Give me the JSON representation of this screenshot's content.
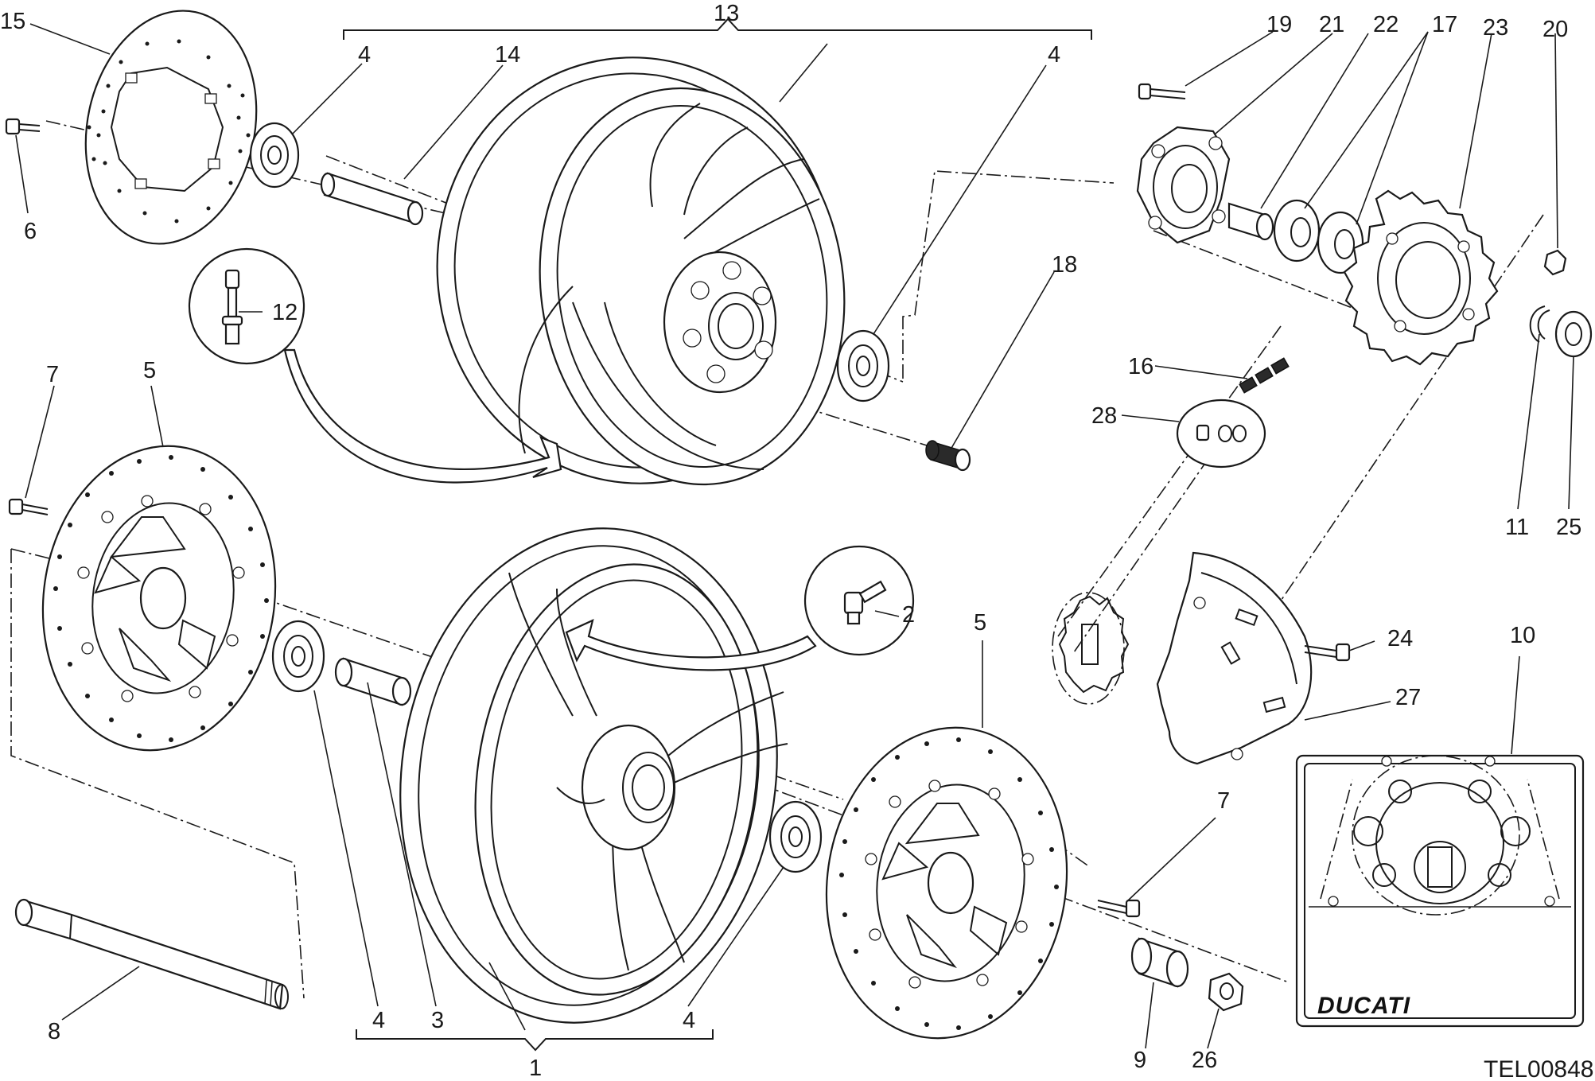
{
  "diagram": {
    "drawing_code": "TEL00848",
    "brand_label": "DUCATI",
    "callouts": [
      {
        "id": "c15",
        "label": "15"
      },
      {
        "id": "c13",
        "label": "13"
      },
      {
        "id": "c4a",
        "label": "4"
      },
      {
        "id": "c14",
        "label": "14"
      },
      {
        "id": "c4b",
        "label": "4"
      },
      {
        "id": "c19",
        "label": "19"
      },
      {
        "id": "c21",
        "label": "21"
      },
      {
        "id": "c22",
        "label": "22"
      },
      {
        "id": "c17",
        "label": "17"
      },
      {
        "id": "c23",
        "label": "23"
      },
      {
        "id": "c20",
        "label": "20"
      },
      {
        "id": "c6",
        "label": "6"
      },
      {
        "id": "c12",
        "label": "12"
      },
      {
        "id": "c18",
        "label": "18"
      },
      {
        "id": "c7a",
        "label": "7"
      },
      {
        "id": "c5a",
        "label": "5"
      },
      {
        "id": "c16",
        "label": "16"
      },
      {
        "id": "c28",
        "label": "28"
      },
      {
        "id": "c11",
        "label": "11"
      },
      {
        "id": "c25",
        "label": "25"
      },
      {
        "id": "c2",
        "label": "2"
      },
      {
        "id": "c5b",
        "label": "5"
      },
      {
        "id": "c24",
        "label": "24"
      },
      {
        "id": "c10",
        "label": "10"
      },
      {
        "id": "c27",
        "label": "27"
      },
      {
        "id": "c7b",
        "label": "7"
      },
      {
        "id": "c8",
        "label": "8"
      },
      {
        "id": "c4c",
        "label": "4"
      },
      {
        "id": "c3",
        "label": "3"
      },
      {
        "id": "c4d",
        "label": "4"
      },
      {
        "id": "c9",
        "label": "9"
      },
      {
        "id": "c26",
        "label": "26"
      },
      {
        "id": "c1",
        "label": "1"
      }
    ]
  }
}
